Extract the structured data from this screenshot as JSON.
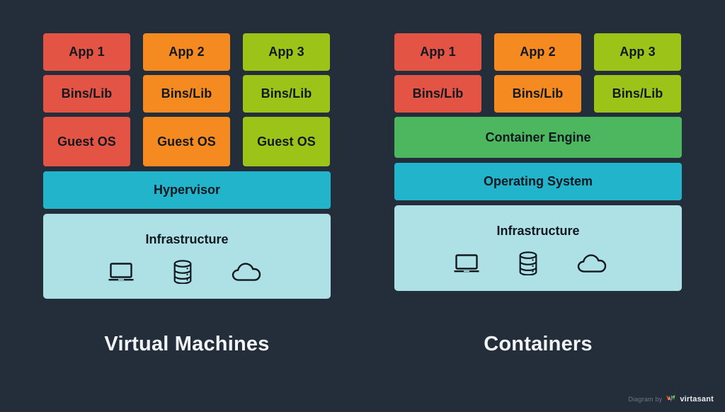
{
  "palette": {
    "background": "#242e3b",
    "red": "#e35444",
    "orange": "#f58a21",
    "lime": "#9bc318",
    "cyan": "#21b4ca",
    "green": "#4cb75e",
    "light_blue": "#aee1e6",
    "text_dark": "#111820",
    "text_light": "#f2f5f7"
  },
  "diagram": {
    "title_vm": "Virtual Machines",
    "title_containers": "Containers",
    "vm_stack": {
      "apps": [
        {
          "label": "App 1",
          "color": "#e35444"
        },
        {
          "label": "App 2",
          "color": "#f58a21"
        },
        {
          "label": "App 3",
          "color": "#9bc318"
        }
      ],
      "bins": [
        {
          "label": "Bins/Lib",
          "color": "#e35444"
        },
        {
          "label": "Bins/Lib",
          "color": "#f58a21"
        },
        {
          "label": "Bins/Lib",
          "color": "#9bc318"
        }
      ],
      "guest_os": [
        {
          "label": "Guest OS",
          "color": "#e35444"
        },
        {
          "label": "Guest OS",
          "color": "#f58a21"
        },
        {
          "label": "Guest OS",
          "color": "#9bc318"
        }
      ],
      "hypervisor": {
        "label": "Hypervisor",
        "color": "#21b4ca"
      },
      "infrastructure": {
        "label": "Infrastructure",
        "color": "#aee1e6",
        "icons": [
          "laptop-icon",
          "database-icon",
          "cloud-icon"
        ]
      }
    },
    "container_stack": {
      "apps": [
        {
          "label": "App 1",
          "color": "#e35444"
        },
        {
          "label": "App 2",
          "color": "#f58a21"
        },
        {
          "label": "App 3",
          "color": "#9bc318"
        }
      ],
      "bins": [
        {
          "label": "Bins/Lib",
          "color": "#e35444"
        },
        {
          "label": "Bins/Lib",
          "color": "#f58a21"
        },
        {
          "label": "Bins/Lib",
          "color": "#9bc318"
        }
      ],
      "container_engine": {
        "label": "Container Engine",
        "color": "#4cb75e"
      },
      "operating_system": {
        "label": "Operating System",
        "color": "#21b4ca"
      },
      "infrastructure": {
        "label": "Infrastructure",
        "color": "#aee1e6",
        "icons": [
          "laptop-icon",
          "database-icon",
          "cloud-icon"
        ]
      }
    }
  },
  "watermark": {
    "prefix": "Diagram by",
    "brand": "virtasant"
  }
}
